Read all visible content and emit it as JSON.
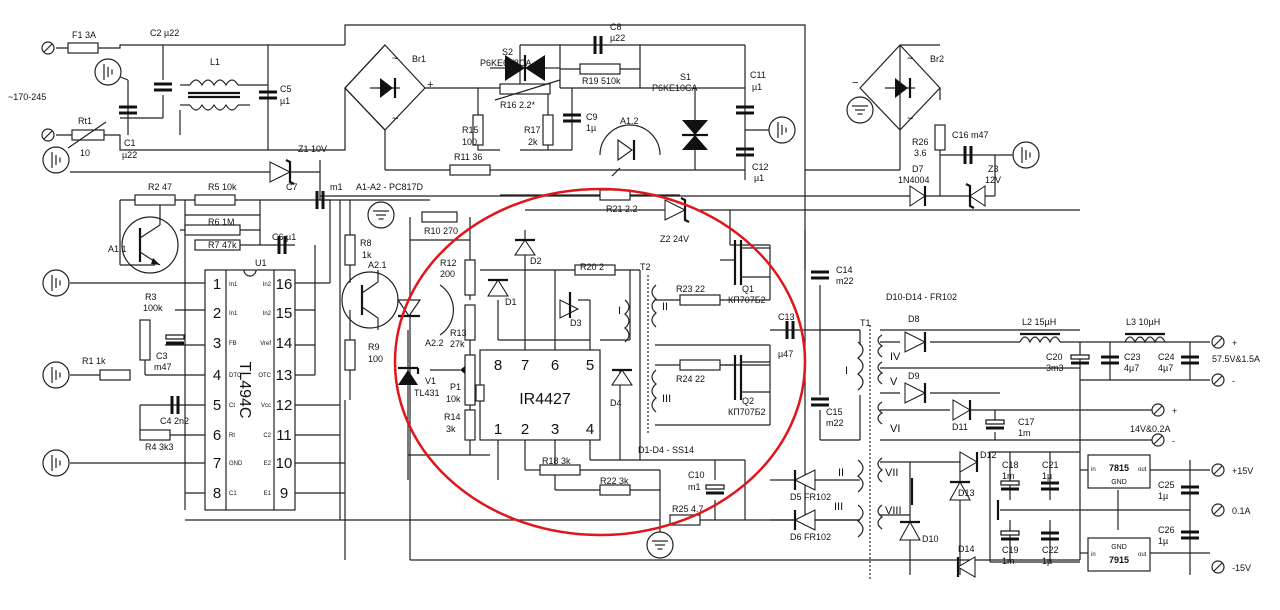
{
  "components": {
    "F1": "F1 3A",
    "C2": "C2 µ22",
    "L1": "L1",
    "C5a": "C5",
    "C5b": "µ1",
    "mains": "~170-245",
    "RT1": "Rt1",
    "RT1v": "10",
    "C1a": "C1",
    "C1b": "µ22",
    "Br1": "Br1",
    "S2a": "S2",
    "S2b": "P6KE6V8CA",
    "R16": "R16  2.2*",
    "C8a": "C8",
    "C8b": "µ22",
    "R19": "R19 510k",
    "S1a": "S1",
    "S1b": "P6KE10CA",
    "C11a": "C11",
    "C11b": "µ1",
    "C12a": "C12",
    "C12b": "µ1",
    "R15a": "R15",
    "R15b": "100",
    "R17a": "R17",
    "R17b": "2k",
    "C9a": "C9",
    "C9b": "1µ",
    "A12": "A1.2",
    "Br2": "Br2",
    "R26a": "R26",
    "R26b": "3.6",
    "C16": "C16  m47",
    "D7a": "D7",
    "D7b": "1N4004",
    "Z3a": "Z3",
    "Z3b": "12V",
    "Z1": "Z1 10V",
    "R11": "R11  36",
    "C7a": "C7",
    "C7b": "m1",
    "opto": "A1-A2 - PC817D",
    "R2": "R2   47",
    "R5": "R5    10k",
    "R6": "R6   1M",
    "R7": "R7   47k",
    "C6": "C6   µ1",
    "A11": "A1.1",
    "R8a": "R8",
    "R8b": "1k",
    "A21": "A2.1",
    "R10": "R10  270",
    "R21": "R21  2.2",
    "Z2": "Z2  24V",
    "U1": "U1",
    "R3a": "R3",
    "R3b": "100k",
    "C3a": "C3",
    "C3b": "m47",
    "R1": "R1    1k",
    "C4": "C4   2n2",
    "R4": "R4    3k3",
    "R9a": "R9",
    "R9b": "100",
    "A22": "A2.2",
    "V1a": "V1",
    "V1b": "TL431",
    "P1a": "P1",
    "P1b": "10k",
    "R12a": "R12",
    "R12b": "200",
    "R13a": "R13",
    "R13b": "27k",
    "R14a": "R14",
    "R14b": "3k",
    "D1": "D1",
    "D2": "D2",
    "D3": "D3",
    "D4": "D4",
    "R20": "R20   2",
    "T2": "T2",
    "R23": "R23  22",
    "R24": "R24  22",
    "Q1a": "Q1",
    "Q1b": "КП707Б2",
    "Q2a": "Q2",
    "Q2b": "КП707Б2",
    "C13a": "C13",
    "C13b": "µ47",
    "C14a": "C14",
    "C14b": "m22",
    "C15a": "C15",
    "C15b": "m22",
    "T1": "T1",
    "d1d4": "D1-D4 - SS14",
    "R18": "R18  3k",
    "R22": "R22   3k",
    "C10a": "C10",
    "C10b": "m1",
    "R25": "R25  4.7",
    "D5": "D5   FR102",
    "D6": "D6   FR102",
    "d10d14": "D10-D14 - FR102",
    "D8": "D8",
    "D9": "D9",
    "D11": "D11",
    "D12": "D12",
    "D13": "D13",
    "D10": "D10",
    "D14": "D14",
    "L2": "L2   15µH",
    "L3": "L3   10µH",
    "C20a": "C20",
    "C20b": "3m3",
    "C23a": "C23",
    "C23b": "4µ7",
    "C24a": "C24",
    "C24b": "4µ7",
    "out1": "57.5V&1.5A",
    "C17a": "C17",
    "C17b": "1m",
    "out2": "14V&0.2A",
    "C18a": "C18",
    "C18b": "1m",
    "C21a": "C21",
    "C21b": "1µ",
    "C19a": "C19",
    "C19b": "1m",
    "C22a": "C22",
    "C22b": "1µ",
    "C25a": "C25",
    "C25b": "1µ",
    "C26a": "C26",
    "C26b": "1µ",
    "p15": "+15V",
    "m15": "-15V",
    "amp": "0.1A",
    "plus": "+",
    "minus": "-"
  },
  "ic_u1": {
    "name": "TL494C",
    "pin_nums": [
      "1",
      "2",
      "3",
      "4",
      "5",
      "6",
      "7",
      "8",
      "9",
      "10",
      "11",
      "12",
      "13",
      "14",
      "15",
      "16"
    ],
    "pin_labels": [
      "In1",
      "In1",
      "FB",
      "DTC",
      "Ct",
      "Rt",
      "GND",
      "C1",
      "E1",
      "E2",
      "C2",
      "Vcc",
      "OTC",
      "Vref",
      "In2",
      "In2"
    ]
  },
  "ic_ir": {
    "name": "IR4427",
    "pin_nums": [
      "1",
      "2",
      "3",
      "4",
      "5",
      "6",
      "7",
      "8"
    ]
  },
  "regulators": {
    "r7815": "7815",
    "r7915": "7915",
    "gnd1": "GND",
    "gnd2": "GND",
    "in1": "in",
    "in2": "in",
    "out1": "out",
    "out2": "out"
  },
  "windings": {
    "t2_i": "I",
    "t2_ii": "II",
    "t2_iii": "III",
    "t1_i": "I",
    "t1_iv": "IV",
    "t1_v": "V",
    "t1_vi": "VI",
    "t1_vii": "VII",
    "t1_viii": "VIII",
    "d5_ii": "II",
    "d6_iii": "III"
  },
  "bridge_marks": {
    "tilde": "~",
    "plus": "+",
    "minus": "−"
  },
  "colors": {
    "highlight_ring": "#e0161a",
    "ink": "#111111"
  }
}
